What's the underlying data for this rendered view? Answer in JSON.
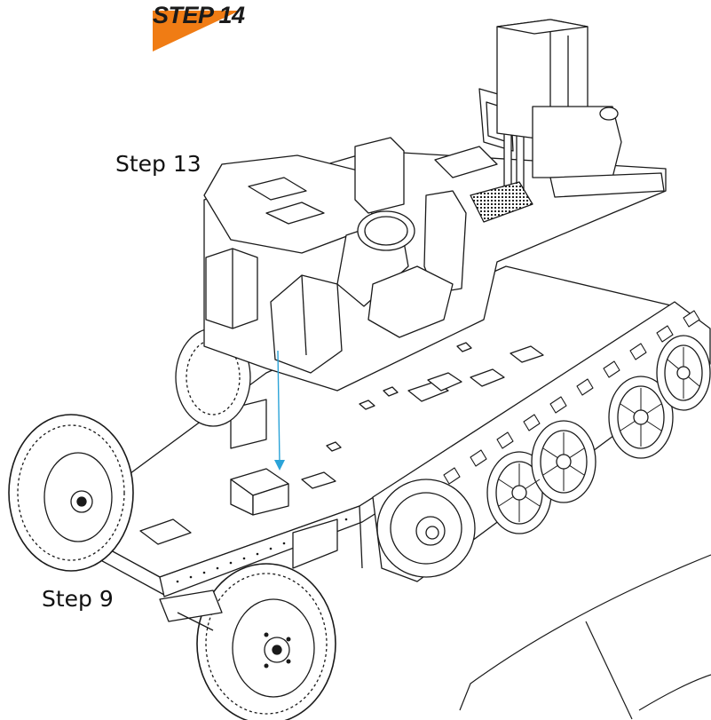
{
  "header": {
    "step_label": "STEP 14",
    "accent_color": "#f07c14"
  },
  "callouts": {
    "sub_assembly_top": "Step 13",
    "sub_assembly_chassis": "Step 9"
  },
  "assembly_arrow": {
    "color": "#2ba3d8"
  }
}
